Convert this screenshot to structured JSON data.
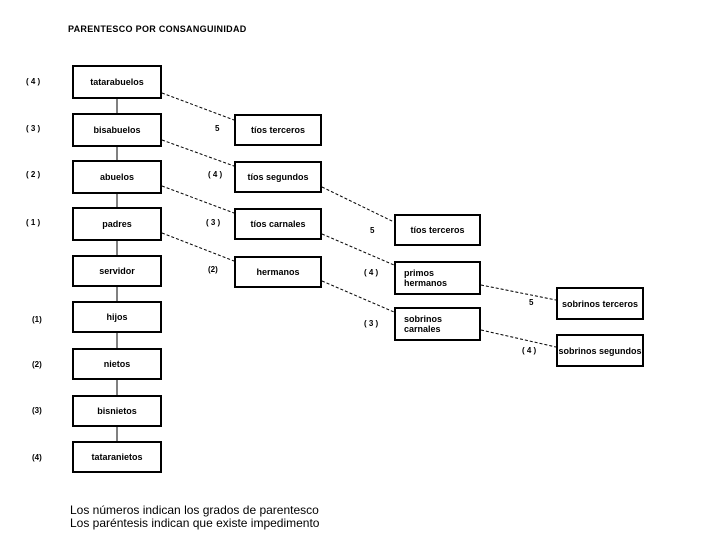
{
  "title": "PARENTESCO POR CONSANGUINIDAD",
  "ascendants": [
    {
      "degree": "( 4 )",
      "label": "tatarabuelos"
    },
    {
      "degree": "( 3 )",
      "label": "bisabuelos"
    },
    {
      "degree": "( 2 )",
      "label": "abuelos"
    },
    {
      "degree": "( 1 )",
      "label": "padres"
    }
  ],
  "ego": {
    "label": "servidor"
  },
  "descendants": [
    {
      "degree": "(1)",
      "label": "hijos"
    },
    {
      "degree": "(2)",
      "label": "nietos"
    },
    {
      "degree": "(3)",
      "label": "bisnietos"
    },
    {
      "degree": "(4)",
      "label": "tataranietos"
    }
  ],
  "collateral_column_1": [
    {
      "degree": "5",
      "label": "tíos terceros"
    },
    {
      "degree": "( 4 )",
      "label": "tíos segundos"
    },
    {
      "degree": "( 3 )",
      "label": "tíos carnales"
    },
    {
      "degree": "(2)",
      "label": "hermanos"
    }
  ],
  "collateral_column_2": [
    {
      "degree": "5",
      "label": "tíos terceros"
    },
    {
      "degree": "( 4 )",
      "label": "primos hermanos"
    },
    {
      "degree": "( 3 )",
      "label": "sobrinos carnales"
    }
  ],
  "collateral_column_3": [
    {
      "degree": "5",
      "label": "sobrinos terceros"
    },
    {
      "degree": "( 4 )",
      "label": "sobrinos segundos"
    }
  ],
  "footer": {
    "line1": "Los números indican los grados de parentesco",
    "line2": "Los paréntesis indican que existe impedimento"
  }
}
